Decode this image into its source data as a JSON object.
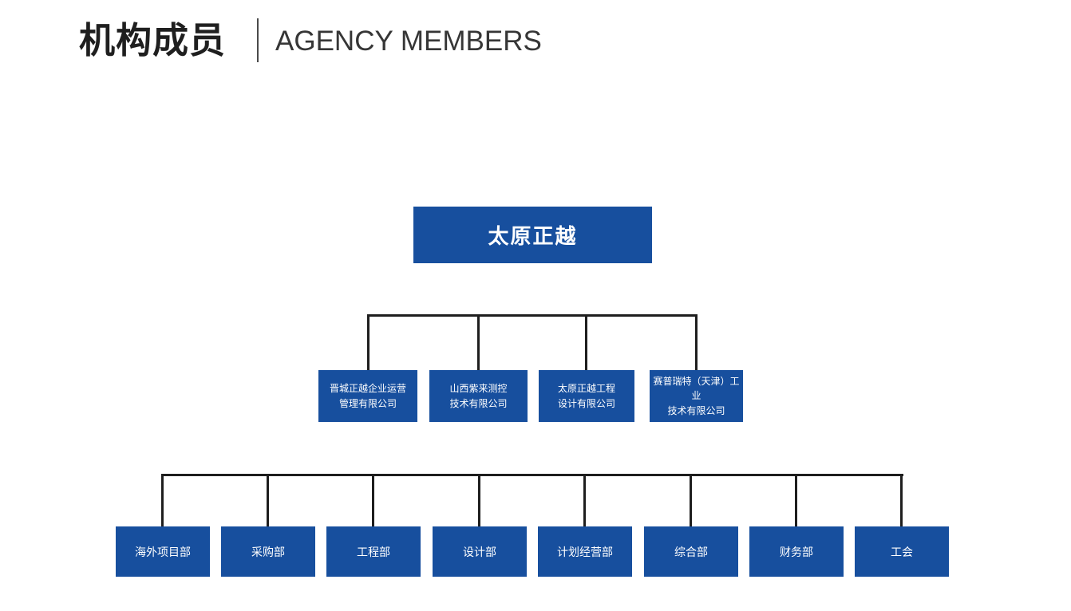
{
  "header": {
    "title_cn": "机构成员",
    "title_en": "AGENCY MEMBERS"
  },
  "colors": {
    "box_blue": "#174f9e",
    "connector_dark": "#1e1e1e",
    "title_color": "#1f1f1f",
    "subtitle_color": "#363636",
    "box_text": "#ffffff",
    "background": "#ffffff"
  },
  "org": {
    "root": "太原正越",
    "subsidiaries": [
      "晋城正越企业运营\n管理有限公司",
      "山西紫来测控\n技术有限公司",
      "太原正越工程\n设计有限公司",
      "赛普瑞特（天津）工业\n技术有限公司"
    ],
    "departments": [
      "海外项目部",
      "采购部",
      "工程部",
      "设计部",
      "计划经营部",
      "综合部",
      "财务部",
      "工会"
    ]
  }
}
